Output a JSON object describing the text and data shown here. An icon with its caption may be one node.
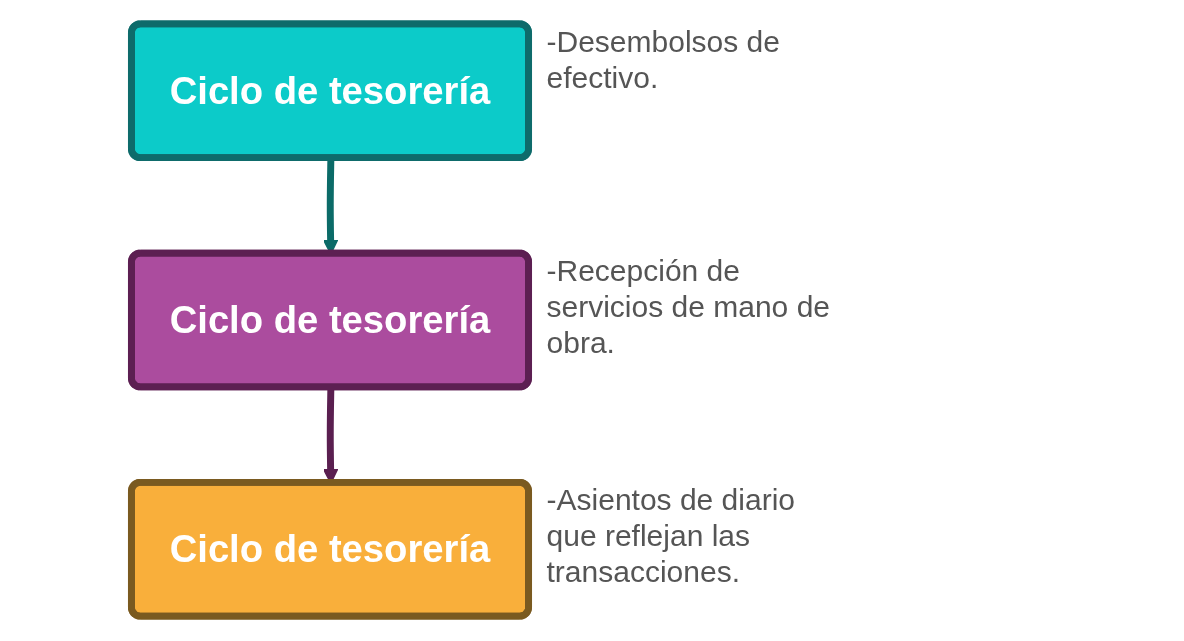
{
  "diagram": {
    "nodes": [
      {
        "text": [
          "Ciclo de tesorería"
        ],
        "beside": [
          "-Desembolsos de efectivo."
        ]
      },
      {
        "text": [
          "Ciclo de tesorería"
        ],
        "beside": [
          "-Recepción de servicios de mano de obra."
        ]
      },
      {
        "text": [
          "Ciclo de tesorería"
        ],
        "beside": [
          "-Asientos de diario que reflejan las transacciones."
        ]
      }
    ],
    "edges": [
      {
        "from": 0,
        "to": 1,
        "arrow": "to",
        "color": "#0b6b68"
      },
      {
        "from": 1,
        "to": 2,
        "arrow": "to",
        "color": "#5a1f50"
      }
    ]
  }
}
